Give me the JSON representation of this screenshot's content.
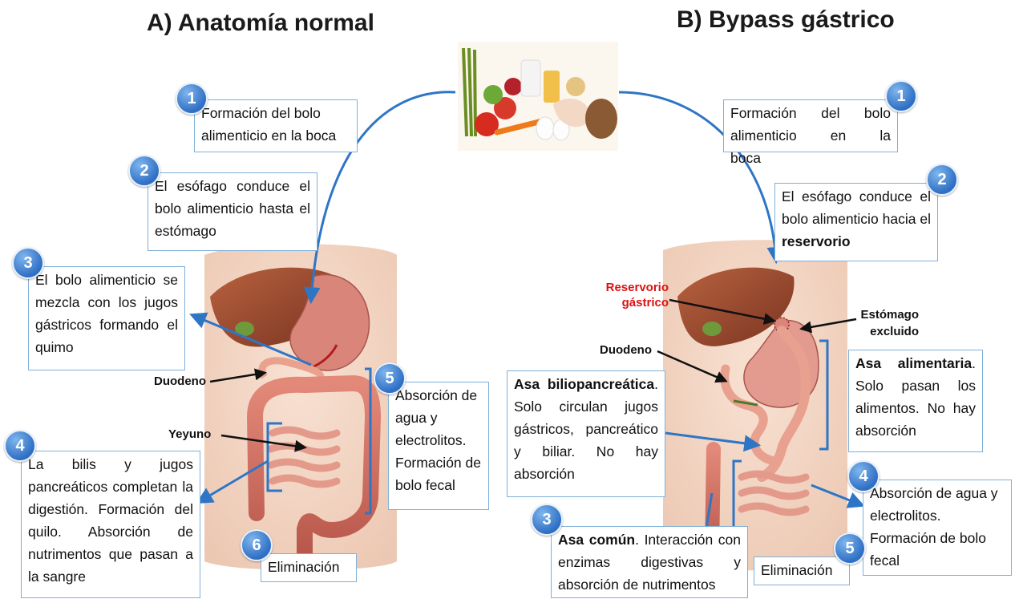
{
  "titles": {
    "a": "A) Anatomía normal",
    "b": "B) Bypass gástrico"
  },
  "colors": {
    "badge_blue": "#2f6fc4",
    "arrow_blue": "#2e75c6",
    "box_border": "#7fb0d8",
    "reservorio_red": "#d11111",
    "skin": "#f2d2bd"
  },
  "icons": {
    "food": "food-photo",
    "anatomy": "digestive-system-illustration"
  },
  "left": {
    "steps": [
      {
        "num": "1",
        "text": "Formación del bolo alimenticio en la boca"
      },
      {
        "num": "2",
        "text": "El esófago conduce el bolo alimenticio hasta el estómago"
      },
      {
        "num": "3",
        "text": "El bolo alimenticio se mezcla con los jugos gástricos formando el quimo"
      },
      {
        "num": "4",
        "text": "La bilis y jugos pancreáticos completan la digestión. Formación del quilo. Absorción de nutrimentos que pasan a la sangre"
      },
      {
        "num": "5",
        "text": "Absorción de agua y electrolitos. Formación de bolo fecal"
      },
      {
        "num": "6",
        "text": "Eliminación"
      }
    ],
    "labels": {
      "duodeno": "Duodeno",
      "yeyuno": "Yeyuno"
    }
  },
  "right": {
    "steps": [
      {
        "num": "1",
        "text": "Formación del bolo alimenticio en la boca"
      },
      {
        "num": "2",
        "text_pre": "El esófago conduce el bolo alimenticio hacia el ",
        "text_bold": "reservorio"
      },
      {
        "num": "3",
        "text_bold": "Asa común",
        "text_post": ". Interacción con enzimas digestivas y absorción de nutrimentos"
      },
      {
        "num": "4",
        "text": "Absorción de agua y electrolitos. Formación de bolo fecal"
      },
      {
        "num": "5",
        "text": "Eliminación"
      }
    ],
    "asa_alimentaria": {
      "bold": "Asa alimentaria",
      "post": ". Solo pasan los alimentos. No hay absorción"
    },
    "asa_biliopancreatica": {
      "bold": "Asa biliopancreática",
      "post": ". Solo circulan jugos gástricos, pancreático y biliar. No hay absorción"
    },
    "labels": {
      "reservorio": "Reservorio gástrico",
      "estomago_excluido": "Estómago excluido",
      "duodeno": "Duodeno"
    }
  }
}
